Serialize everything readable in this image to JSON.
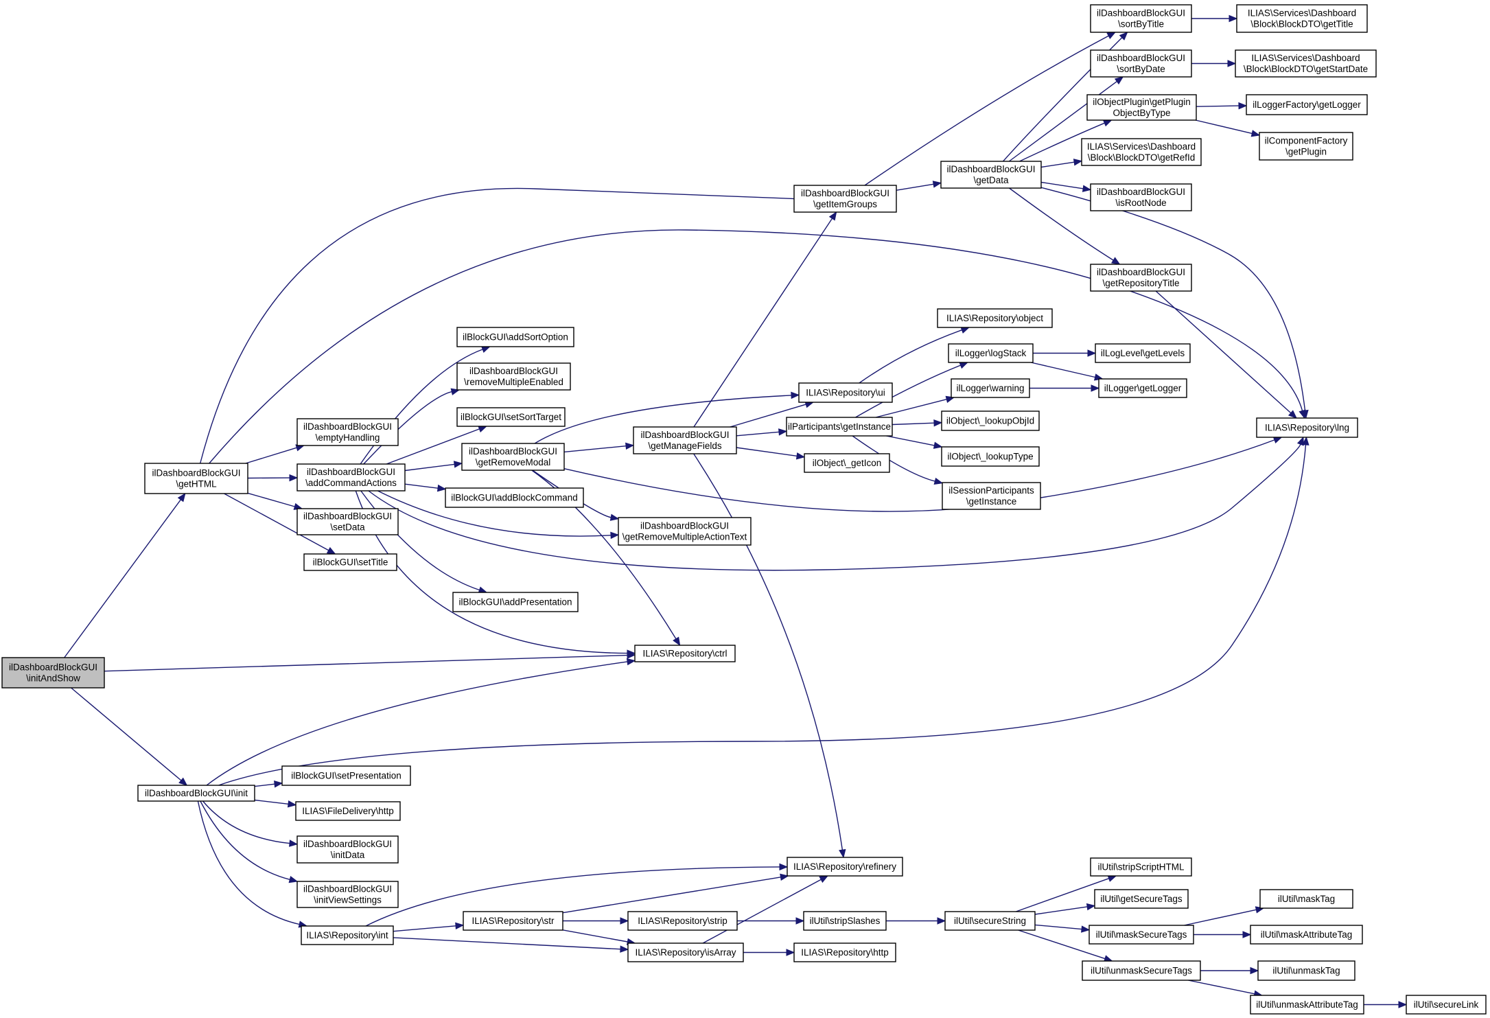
{
  "diagram": {
    "type": "call-graph",
    "edge_color": "#191970",
    "root_fill": "#bfbfbf",
    "nodes": [
      {
        "id": "initAndShow",
        "lines": [
          "ilDashboardBlockGUI",
          "\\initAndShow"
        ],
        "root": true
      },
      {
        "id": "getHTML",
        "lines": [
          "ilDashboardBlockGUI",
          "\\getHTML"
        ]
      },
      {
        "id": "init",
        "lines": [
          "ilDashboardBlockGUI\\init"
        ]
      },
      {
        "id": "ctrl",
        "lines": [
          "ILIAS\\Repository\\ctrl"
        ]
      },
      {
        "id": "getItemGroups",
        "lines": [
          "ilDashboardBlockGUI",
          "\\getItemGroups"
        ]
      },
      {
        "id": "lng",
        "lines": [
          "ILIAS\\Repository\\lng"
        ]
      },
      {
        "id": "emptyHandling",
        "lines": [
          "ilDashboardBlockGUI",
          "\\emptyHandling"
        ]
      },
      {
        "id": "addCommandActions",
        "lines": [
          "ilDashboardBlockGUI",
          "\\addCommandActions"
        ]
      },
      {
        "id": "setData",
        "lines": [
          "ilDashboardBlockGUI",
          "\\setData"
        ]
      },
      {
        "id": "setTitle",
        "lines": [
          "ilBlockGUI\\setTitle"
        ]
      },
      {
        "id": "addSortOption",
        "lines": [
          "ilBlockGUI\\addSortOption"
        ]
      },
      {
        "id": "removeMultipleEnabled",
        "lines": [
          "ilDashboardBlockGUI",
          "\\removeMultipleEnabled"
        ]
      },
      {
        "id": "setSortTarget",
        "lines": [
          "ilBlockGUI\\setSortTarget"
        ]
      },
      {
        "id": "getRemoveModal",
        "lines": [
          "ilDashboardBlockGUI",
          "\\getRemoveModal"
        ]
      },
      {
        "id": "addBlockCommand",
        "lines": [
          "ilBlockGUI\\addBlockCommand"
        ]
      },
      {
        "id": "getRemoveMultipleActionText",
        "lines": [
          "ilDashboardBlockGUI",
          "\\getRemoveMultipleActionText"
        ]
      },
      {
        "id": "addPresentation",
        "lines": [
          "ilBlockGUI\\addPresentation"
        ]
      },
      {
        "id": "getManageFields",
        "lines": [
          "ilDashboardBlockGUI",
          "\\getManageFields"
        ]
      },
      {
        "id": "ui",
        "lines": [
          "ILIAS\\Repository\\ui"
        ]
      },
      {
        "id": "pgetInstance",
        "lines": [
          "ilParticipants\\getInstance"
        ]
      },
      {
        "id": "getIcon",
        "lines": [
          "ilObject\\_getIcon"
        ]
      },
      {
        "id": "refinery",
        "lines": [
          "ILIAS\\Repository\\refinery"
        ]
      },
      {
        "id": "getData",
        "lines": [
          "ilDashboardBlockGUI",
          "\\getData"
        ]
      },
      {
        "id": "sortByTitle",
        "lines": [
          "ilDashboardBlockGUI",
          "\\sortByTitle"
        ]
      },
      {
        "id": "sortByDate",
        "lines": [
          "ilDashboardBlockGUI",
          "\\sortByDate"
        ]
      },
      {
        "id": "getPluginObjectByType",
        "lines": [
          "ilObjectPlugin\\getPlugin",
          "ObjectByType"
        ]
      },
      {
        "id": "getRefId",
        "lines": [
          "ILIAS\\Services\\Dashboard",
          "\\Block\\BlockDTO\\getRefId"
        ]
      },
      {
        "id": "isRootNode",
        "lines": [
          "ilDashboardBlockGUI",
          "\\isRootNode"
        ]
      },
      {
        "id": "getRepositoryTitle",
        "lines": [
          "ilDashboardBlockGUI",
          "\\getRepositoryTitle"
        ]
      },
      {
        "id": "getTitle",
        "lines": [
          "ILIAS\\Services\\Dashboard",
          "\\Block\\BlockDTO\\getTitle"
        ]
      },
      {
        "id": "getStartDate",
        "lines": [
          "ILIAS\\Services\\Dashboard",
          "\\Block\\BlockDTO\\getStartDate"
        ]
      },
      {
        "id": "getLoggerF",
        "lines": [
          "ilLoggerFactory\\getLogger"
        ]
      },
      {
        "id": "getPlugin",
        "lines": [
          "ilComponentFactory",
          "\\getPlugin"
        ]
      },
      {
        "id": "object",
        "lines": [
          "ILIAS\\Repository\\object"
        ]
      },
      {
        "id": "logStack",
        "lines": [
          "ilLogger\\logStack"
        ]
      },
      {
        "id": "warning",
        "lines": [
          "ilLogger\\warning"
        ]
      },
      {
        "id": "lookupObjId",
        "lines": [
          "ilObject\\_lookupObjId"
        ]
      },
      {
        "id": "lookupType",
        "lines": [
          "ilObject\\_lookupType"
        ]
      },
      {
        "id": "sgetInstance",
        "lines": [
          "ilSessionParticipants",
          "\\getInstance"
        ]
      },
      {
        "id": "getLevels",
        "lines": [
          "ilLogLevel\\getLevels"
        ]
      },
      {
        "id": "getLoggerL",
        "lines": [
          "ilLogger\\getLogger"
        ]
      },
      {
        "id": "setPresentation",
        "lines": [
          "ilBlockGUI\\setPresentation"
        ]
      },
      {
        "id": "fdHttp",
        "lines": [
          "ILIAS\\FileDelivery\\http"
        ]
      },
      {
        "id": "initData",
        "lines": [
          "ilDashboardBlockGUI",
          "\\initData"
        ]
      },
      {
        "id": "initViewSettings",
        "lines": [
          "ilDashboardBlockGUI",
          "\\initViewSettings"
        ]
      },
      {
        "id": "int",
        "lines": [
          "ILIAS\\Repository\\int"
        ]
      },
      {
        "id": "str",
        "lines": [
          "ILIAS\\Repository\\str"
        ]
      },
      {
        "id": "strip",
        "lines": [
          "ILIAS\\Repository\\strip"
        ]
      },
      {
        "id": "isArray",
        "lines": [
          "ILIAS\\Repository\\isArray"
        ]
      },
      {
        "id": "rHttp",
        "lines": [
          "ILIAS\\Repository\\http"
        ]
      },
      {
        "id": "stripSlashes",
        "lines": [
          "ilUtil\\stripSlashes"
        ]
      },
      {
        "id": "secureString",
        "lines": [
          "ilUtil\\secureString"
        ]
      },
      {
        "id": "stripScriptHTML",
        "lines": [
          "ilUtil\\stripScriptHTML"
        ]
      },
      {
        "id": "getSecureTags",
        "lines": [
          "ilUtil\\getSecureTags"
        ]
      },
      {
        "id": "maskSecureTags",
        "lines": [
          "ilUtil\\maskSecureTags"
        ]
      },
      {
        "id": "unmaskSecureTags",
        "lines": [
          "ilUtil\\unmaskSecureTags"
        ]
      },
      {
        "id": "maskTag",
        "lines": [
          "ilUtil\\maskTag"
        ]
      },
      {
        "id": "maskAttributeTag",
        "lines": [
          "ilUtil\\maskAttributeTag"
        ]
      },
      {
        "id": "unmaskTag",
        "lines": [
          "ilUtil\\unmaskTag"
        ]
      },
      {
        "id": "unmaskAttributeTag",
        "lines": [
          "ilUtil\\unmaskAttributeTag"
        ]
      },
      {
        "id": "secureLink",
        "lines": [
          "ilUtil\\secureLink"
        ]
      }
    ],
    "edges": [
      [
        "initAndShow",
        "getHTML"
      ],
      [
        "initAndShow",
        "ctrl"
      ],
      [
        "initAndShow",
        "init"
      ],
      [
        "getHTML",
        "getItemGroups"
      ],
      [
        "getHTML",
        "lng"
      ],
      [
        "getHTML",
        "emptyHandling"
      ],
      [
        "getHTML",
        "addCommandActions"
      ],
      [
        "getHTML",
        "setData"
      ],
      [
        "getHTML",
        "setTitle"
      ],
      [
        "addCommandActions",
        "addSortOption"
      ],
      [
        "addCommandActions",
        "removeMultipleEnabled"
      ],
      [
        "addCommandActions",
        "setSortTarget"
      ],
      [
        "addCommandActions",
        "getRemoveModal"
      ],
      [
        "addCommandActions",
        "addBlockCommand"
      ],
      [
        "addCommandActions",
        "getRemoveMultipleActionText"
      ],
      [
        "addCommandActions",
        "lng"
      ],
      [
        "addCommandActions",
        "addPresentation"
      ],
      [
        "addCommandActions",
        "ctrl"
      ],
      [
        "getRemoveModal",
        "getManageFields"
      ],
      [
        "getRemoveModal",
        "ui"
      ],
      [
        "getRemoveModal",
        "getRemoveMultipleActionText"
      ],
      [
        "getRemoveModal",
        "lng"
      ],
      [
        "getRemoveModal",
        "ctrl"
      ],
      [
        "getManageFields",
        "getItemGroups"
      ],
      [
        "getManageFields",
        "ui"
      ],
      [
        "getManageFields",
        "pgetInstance"
      ],
      [
        "getManageFields",
        "getIcon"
      ],
      [
        "getManageFields",
        "refinery"
      ],
      [
        "getItemGroups",
        "sortByTitle"
      ],
      [
        "getItemGroups",
        "getData"
      ],
      [
        "getData",
        "sortByTitle"
      ],
      [
        "getData",
        "sortByDate"
      ],
      [
        "getData",
        "getPluginObjectByType"
      ],
      [
        "getData",
        "getRefId"
      ],
      [
        "getData",
        "isRootNode"
      ],
      [
        "getData",
        "getRepositoryTitle"
      ],
      [
        "getData",
        "lng"
      ],
      [
        "getRepositoryTitle",
        "lng"
      ],
      [
        "sortByTitle",
        "getTitle"
      ],
      [
        "sortByDate",
        "getStartDate"
      ],
      [
        "getPluginObjectByType",
        "getLoggerF"
      ],
      [
        "getPluginObjectByType",
        "getPlugin"
      ],
      [
        "ui",
        "object"
      ],
      [
        "pgetInstance",
        "logStack"
      ],
      [
        "pgetInstance",
        "warning"
      ],
      [
        "pgetInstance",
        "lookupObjId"
      ],
      [
        "pgetInstance",
        "lookupType"
      ],
      [
        "pgetInstance",
        "sgetInstance"
      ],
      [
        "logStack",
        "getLevels"
      ],
      [
        "logStack",
        "getLoggerL"
      ],
      [
        "warning",
        "getLoggerL"
      ],
      [
        "init",
        "ctrl"
      ],
      [
        "init",
        "lng"
      ],
      [
        "init",
        "setPresentation"
      ],
      [
        "init",
        "fdHttp"
      ],
      [
        "init",
        "initData"
      ],
      [
        "init",
        "initViewSettings"
      ],
      [
        "init",
        "int"
      ],
      [
        "int",
        "refinery"
      ],
      [
        "int",
        "str"
      ],
      [
        "int",
        "isArray"
      ],
      [
        "str",
        "refinery"
      ],
      [
        "str",
        "strip"
      ],
      [
        "str",
        "isArray"
      ],
      [
        "isArray",
        "refinery"
      ],
      [
        "isArray",
        "rHttp"
      ],
      [
        "strip",
        "stripSlashes"
      ],
      [
        "stripSlashes",
        "secureString"
      ],
      [
        "secureString",
        "stripScriptHTML"
      ],
      [
        "secureString",
        "getSecureTags"
      ],
      [
        "secureString",
        "maskSecureTags"
      ],
      [
        "secureString",
        "unmaskSecureTags"
      ],
      [
        "maskSecureTags",
        "maskTag"
      ],
      [
        "maskSecureTags",
        "maskAttributeTag"
      ],
      [
        "unmaskSecureTags",
        "unmaskTag"
      ],
      [
        "unmaskSecureTags",
        "unmaskAttributeTag"
      ],
      [
        "unmaskAttributeTag",
        "secureLink"
      ]
    ]
  }
}
